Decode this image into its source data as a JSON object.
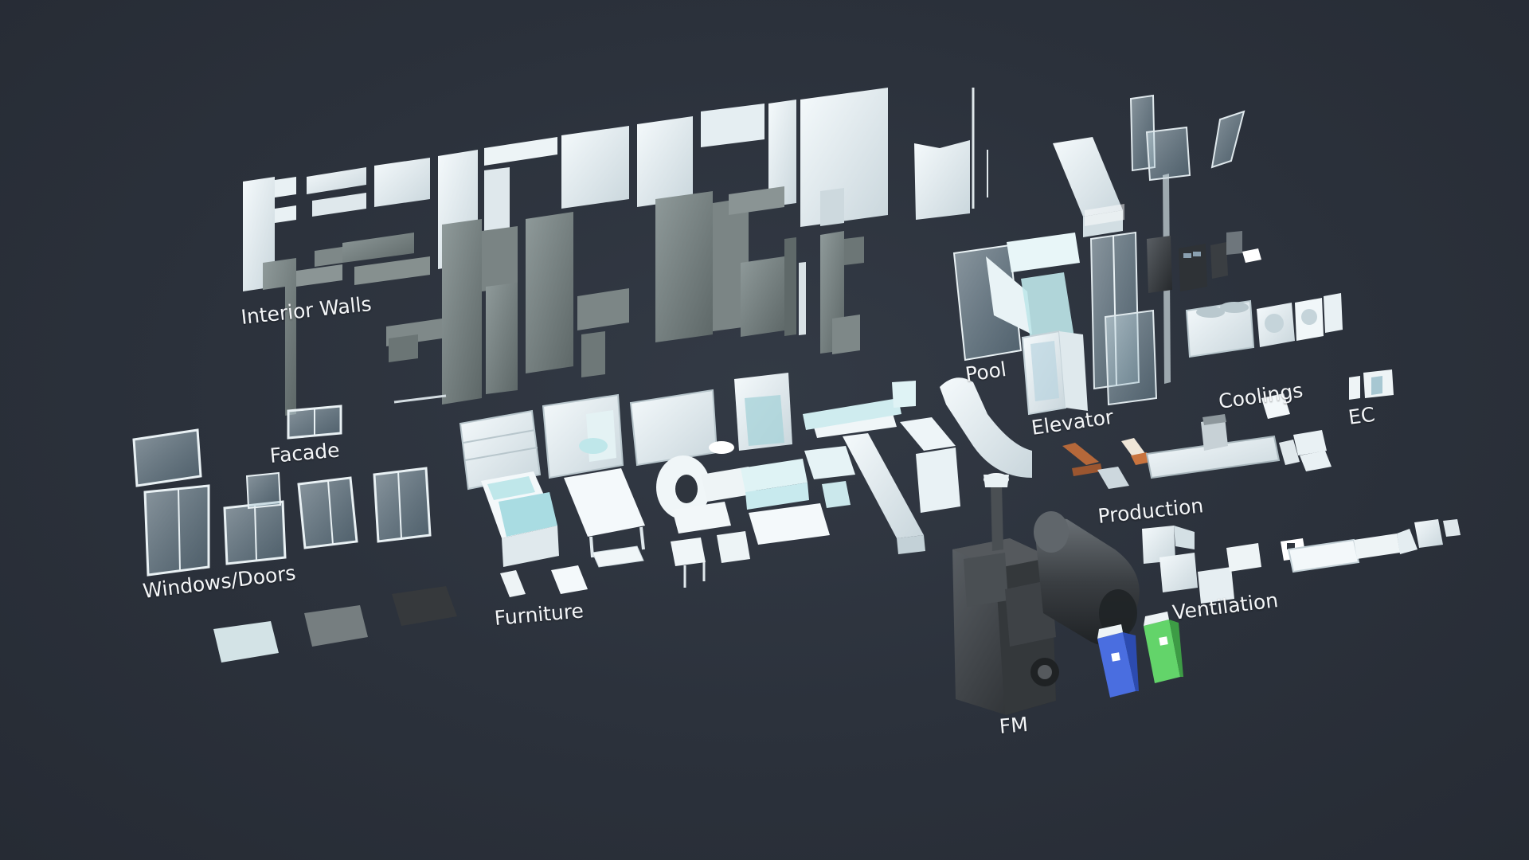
{
  "scene": {
    "background_color": "#2b313b",
    "categories": {
      "interior_walls": "Interior Walls",
      "facade": "Facade",
      "windows_doors": "Windows/Doors",
      "furniture": "Furniture",
      "pool": "Pool",
      "elevator": "Elevator",
      "coolings": "Coolings",
      "ec": "EC",
      "production": "Production",
      "ventilation": "Ventilation",
      "fm": "FM"
    },
    "colors": {
      "white_panel": "#e8f0f3",
      "gray_wall": "#7f8a8a",
      "glass": "#b9d4df",
      "teal_accent": "#bfe7ea",
      "dark_machine": "#3d4145",
      "blue_cabinet": "#4a6ee0",
      "green_cabinet": "#63d46a",
      "wood_pallet": "#b5683a"
    }
  }
}
